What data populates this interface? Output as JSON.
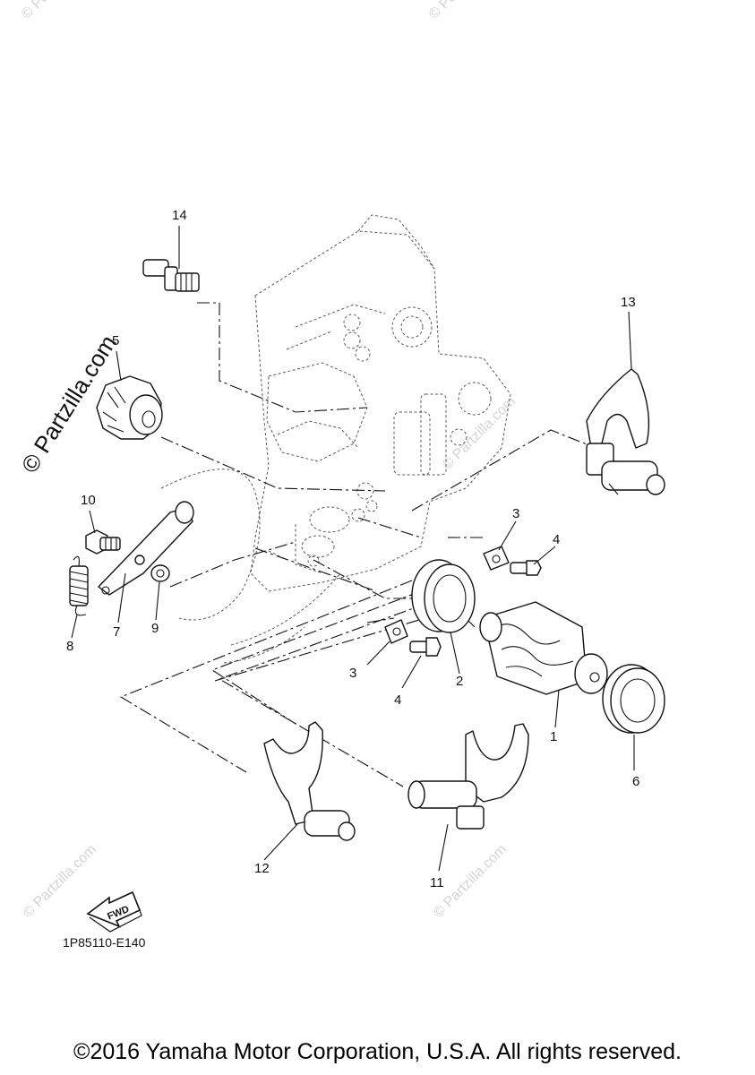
{
  "watermark": {
    "main": "© Partzilla.com",
    "small": "© Partzilla.com"
  },
  "callouts": [
    "1",
    "2",
    "3",
    "3",
    "4",
    "4",
    "5",
    "6",
    "7",
    "8",
    "9",
    "10",
    "11",
    "12",
    "13",
    "14"
  ],
  "fwd_label": "FWD",
  "diagram_code": "1P85110-E140",
  "copyright": "©2016 Yamaha Motor Corporation, U.S.A. All rights reserved."
}
